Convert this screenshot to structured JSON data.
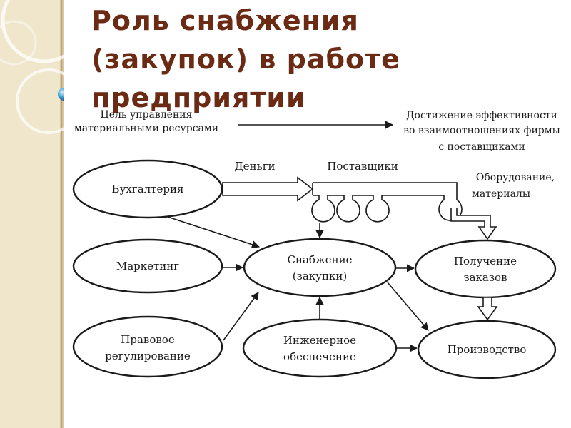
{
  "title": {
    "line1": "Роль снабжения",
    "line2": "(закупок) в работе",
    "line3": "предприятии"
  },
  "diagram": {
    "goal": {
      "line1": "Цель управления",
      "line2": "материальными ресурсами"
    },
    "achievement": {
      "line1": "Достижение эффективности",
      "line2": "во взаимоотношениях фирмы",
      "line3": "с поставщиками"
    },
    "money_label": "Деньги",
    "suppliers_label": "Поставщики",
    "equipment": {
      "line1": "Оборудование,",
      "line2": "материалы"
    },
    "nodes": {
      "accounting": "Бухгалтерия",
      "marketing": "Маркетинг",
      "legal": {
        "line1": "Правовое",
        "line2": "регулирование"
      },
      "supply": {
        "line1": "Снабжение",
        "line2": "(закупки)"
      },
      "engineering": {
        "line1": "Инженерное",
        "line2": "обеспечение"
      },
      "orders": {
        "line1": "Получение",
        "line2": "заказов"
      },
      "production": "Производство"
    }
  },
  "colors": {
    "title": "#6b2a14",
    "sidebar_bg": "#efe6cc",
    "sidebar_stripe": "#b9a57a",
    "bead": "#3a9bd0"
  }
}
